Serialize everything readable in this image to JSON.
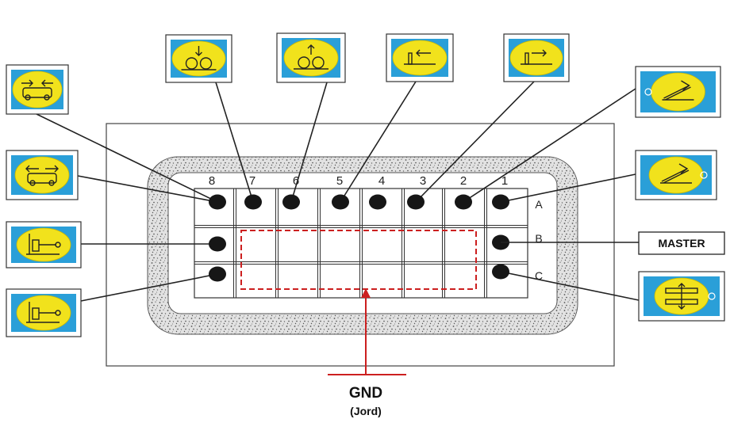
{
  "connector": {
    "columns": [
      "8",
      "7",
      "6",
      "5",
      "4",
      "3",
      "2",
      "1"
    ],
    "rows": [
      "A",
      "B",
      "C"
    ]
  },
  "master_label": "MASTER",
  "ground": {
    "label": "GND",
    "sublabel": "(Jord)"
  },
  "colors": {
    "icon_blue": "#2a9fd8",
    "icon_yellow": "#f1e21c",
    "pin": "#161616",
    "ground_line": "#cc1f1f"
  },
  "icons": [
    {
      "name": "clamp-in-icon",
      "pin": "A8"
    },
    {
      "name": "clamp-out-icon",
      "pin": "A8"
    },
    {
      "name": "wheels-down-icon",
      "pin": "A7"
    },
    {
      "name": "wheels-up-icon",
      "pin": "A6"
    },
    {
      "name": "slide-left-icon",
      "pin": "A5"
    },
    {
      "name": "slide-right-icon",
      "pin": "A3"
    },
    {
      "name": "ramp-up-icon",
      "pin": "A2"
    },
    {
      "name": "ramp-down-icon",
      "pin": "A1"
    },
    {
      "name": "support-leg-up-icon",
      "pin": "B8"
    },
    {
      "name": "support-leg-down-icon",
      "pin": "C8"
    },
    {
      "name": "lift-up-down-icon",
      "pin": "C1"
    }
  ]
}
